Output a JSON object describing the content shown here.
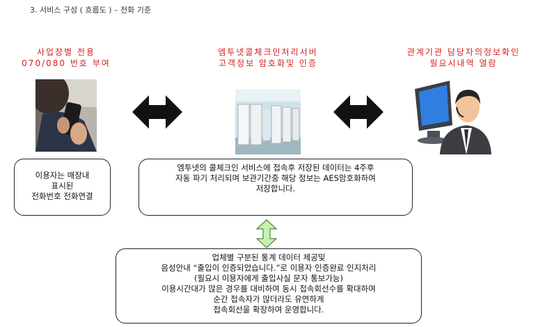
{
  "page_title": "3. 서비스 구성 ( 흐름도 ) – 전화 기준",
  "columns": {
    "left": {
      "heading_line1": "사업장별 전용",
      "heading_line2": "070/080 번호 부여"
    },
    "center": {
      "heading_line1": "엠투넷콜체크인처리서버",
      "heading_line2": "고객정보 암호화및 인증"
    },
    "right": {
      "heading_line1": "관계기관 담당자의정보확인",
      "heading_line2": "필요시내역 열람"
    }
  },
  "boxes": {
    "left": {
      "line1": "이용자는 매장내",
      "line2": "표시된",
      "line3": "전화번호 전화연결"
    },
    "center": {
      "line1": "엠투넷의 콜체크인 서비스에 접속후 저장된 데이터는 4주후",
      "line2": "자동 파기 처리되며 보관기간중 해당 정보는 AES암호화하여",
      "line3": "저장합니다."
    },
    "bottom": {
      "line1": "업체별 구분된 통계 데이터 제공및",
      "line2": "음성안내 “출입이 인증되었습니다.”로 이용자 인증완료 인지처리",
      "line3": "(필요시 이용자에게 출입사실 문자 통보가능)",
      "line4": "이용시간대가 많은 경우를 대비하여 동시 접속회선수를  확대하여",
      "line5": "순간 접속자가 많더라도 유연하게",
      "line6": "접속회선을 확장하여 운영합니다."
    }
  },
  "colors": {
    "heading": "#d62020",
    "arrow": "#111111",
    "updown_arrow": "#c8f0b0"
  }
}
